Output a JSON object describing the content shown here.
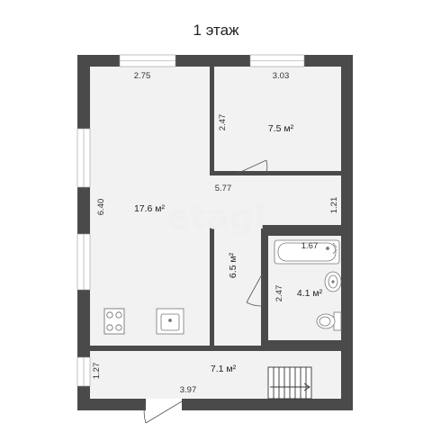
{
  "title": "1 этаж",
  "watermark": "etagi",
  "colors": {
    "wall": "#4a4a4a",
    "floor": "#f2f2f2",
    "window": "#ffffff"
  },
  "rooms": {
    "living": {
      "area": "17.6 м²",
      "width": "2.75",
      "height": "6.40"
    },
    "bedroom": {
      "area": "7.5 м²",
      "width": "3.03",
      "height": "2.47"
    },
    "corridor": {
      "area": "6.5 м²",
      "width": "5.77",
      "height": "1.21"
    },
    "bathroom": {
      "area": "4.1 м²",
      "width": "1.67",
      "height": "2.47"
    },
    "hall": {
      "area": "7.1 м²",
      "width": "3.97",
      "height": "1.27"
    }
  },
  "fixtures": [
    "stove-icon",
    "sink-icon",
    "bathtub-icon",
    "washbasin-icon",
    "toilet-icon",
    "staircase-icon"
  ]
}
